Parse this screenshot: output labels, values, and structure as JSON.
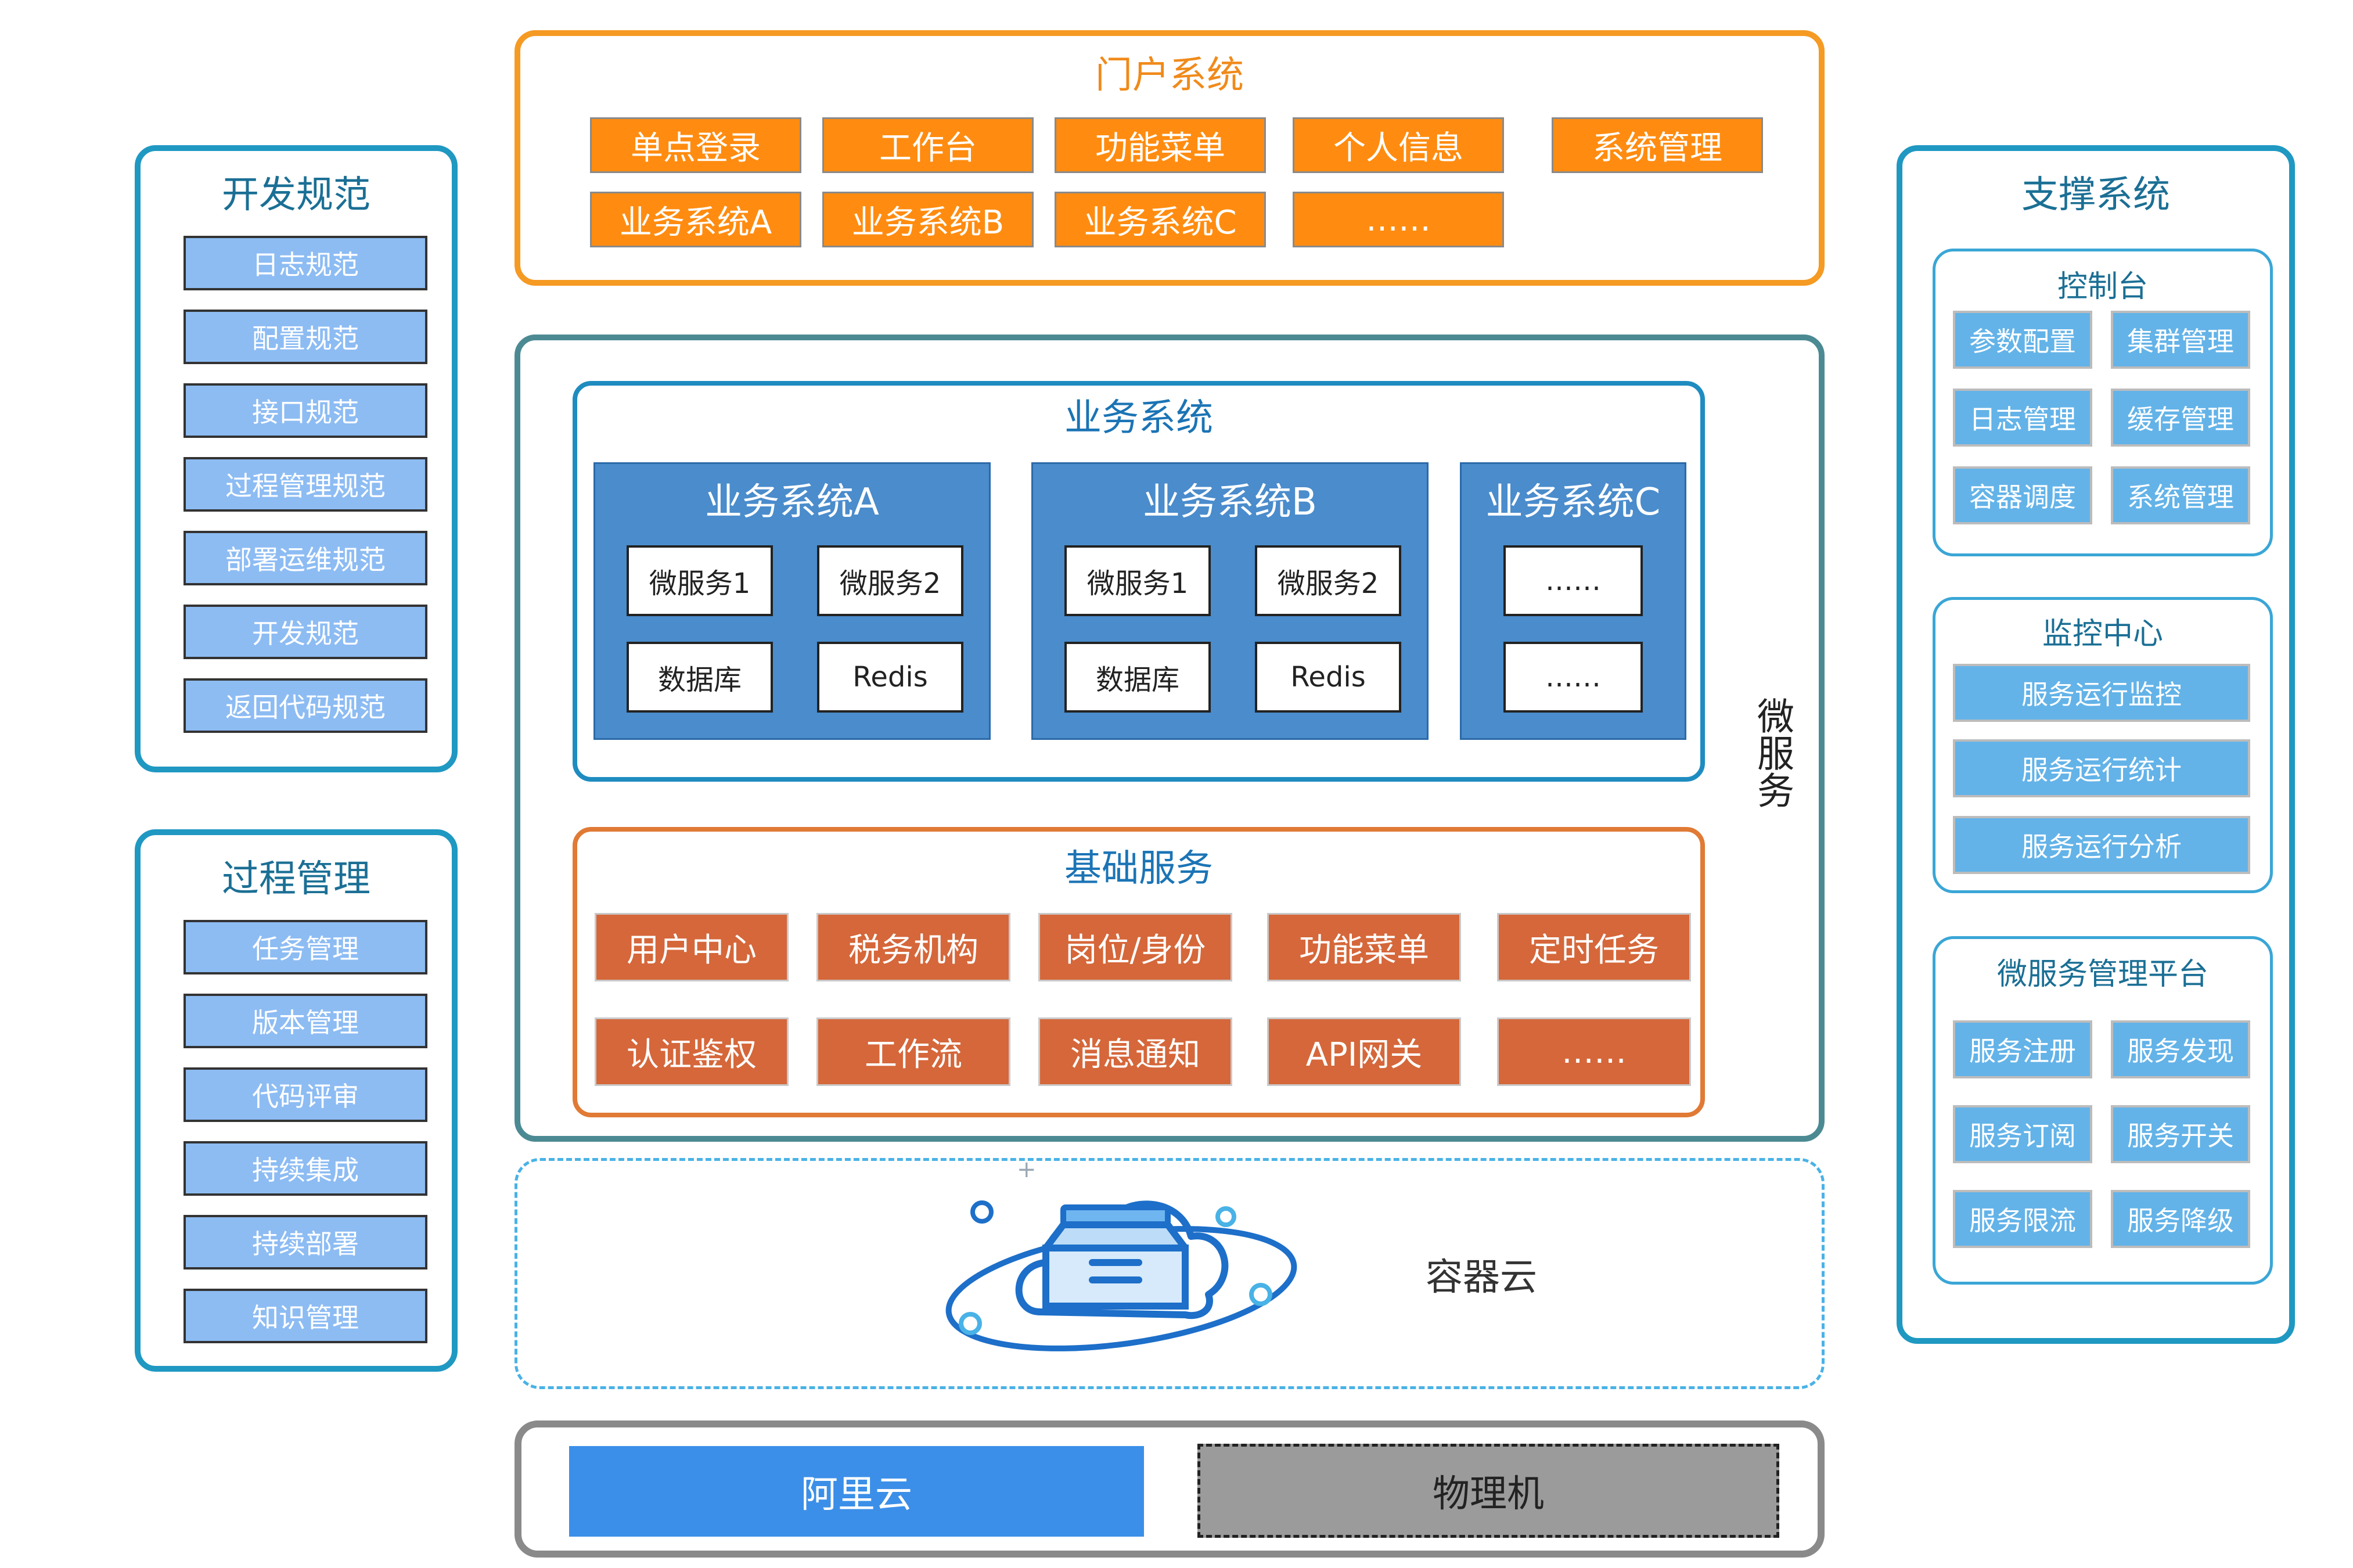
{
  "dev_standards": {
    "title": "开发规范",
    "items": [
      "日志规范",
      "配置规范",
      "接口规范",
      "过程管理规范",
      "部署运维规范",
      "开发规范",
      "返回代码规范"
    ]
  },
  "process_mgmt": {
    "title": "过程管理",
    "items": [
      "任务管理",
      "版本管理",
      "代码评审",
      "持续集成",
      "持续部署",
      "知识管理"
    ]
  },
  "portal": {
    "title": "门户系统",
    "row1": [
      "单点登录",
      "工作台",
      "功能菜单",
      "个人信息",
      "系统管理"
    ],
    "row2": [
      "业务系统A",
      "业务系统B",
      "业务系统C",
      "……"
    ]
  },
  "microservices": {
    "side_label": "微服务",
    "business": {
      "title": "业务系统",
      "systems": [
        {
          "title": "业务系统A",
          "cells": [
            "微服务1",
            "微服务2",
            "数据库",
            "Redis"
          ]
        },
        {
          "title": "业务系统B",
          "cells": [
            "微服务1",
            "微服务2",
            "数据库",
            "Redis"
          ]
        },
        {
          "title": "业务系统C",
          "cells": [
            "……",
            "……"
          ]
        }
      ]
    },
    "base": {
      "title": "基础服务",
      "row1": [
        "用户中心",
        "税务机构",
        "岗位/身份",
        "功能菜单",
        "定时任务"
      ],
      "row2": [
        "认证鉴权",
        "工作流",
        "消息通知",
        "API网关",
        "……"
      ]
    }
  },
  "container_cloud": {
    "label": "容器云",
    "icon": "container-cloud-icon"
  },
  "infrastructure": {
    "aliyun": "阿里云",
    "physical": "物理机"
  },
  "support": {
    "title": "支撑系统",
    "console": {
      "title": "控制台",
      "items": [
        "参数配置",
        "集群管理",
        "日志管理",
        "缓存管理",
        "容器调度",
        "系统管理"
      ]
    },
    "monitor": {
      "title": "监控中心",
      "items": [
        "服务运行监控",
        "服务运行统计",
        "服务运行分析"
      ]
    },
    "platform": {
      "title": "微服务管理平台",
      "items": [
        "服务注册",
        "服务发现",
        "服务订阅",
        "服务开关",
        "服务限流",
        "服务降级"
      ]
    }
  },
  "colors": {
    "portal_orange": "#ff8c10",
    "base_orange": "#d5673a",
    "biz_blue": "#4a8ccc",
    "spec_blue": "#8dbcf3",
    "support_blue": "#63b3e8",
    "aliyun_blue": "#3b8fe8",
    "physical_gray": "#9b9b9b"
  }
}
